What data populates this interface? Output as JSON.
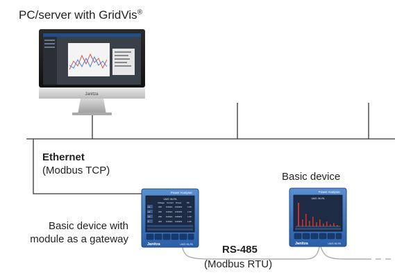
{
  "labels": {
    "pc_title": "PC/server with GridVis",
    "pc_title_mark": "®",
    "ethernet": "Ethernet",
    "ethernet_protocol": "(Modbus TCP)",
    "basic_device": "Basic device",
    "gateway_line1": "Basic device with",
    "gateway_line2": "module as a gateway",
    "rs485": "RS-485",
    "rs485_protocol": "(Modbus RTU)"
  },
  "monitor": {
    "brand": "Janitza"
  },
  "devices": {
    "gateway": {
      "brand": "Janitza",
      "header": "Power Analyser",
      "model": "UMG 96-PA",
      "screen_title": "UMG 96-PA",
      "table_headers": [
        "Voltage",
        "Current",
        "Power",
        "PF"
      ],
      "table_rows": [
        [
          "L1",
          "230",
          "0.00kA",
          "0.00kW",
          "1.00"
        ],
        [
          "L2",
          "230",
          "0.00kA",
          "0.00kW",
          "1.00"
        ],
        [
          "L3",
          "230",
          "0.00kA",
          "0.00kW",
          "1.00"
        ],
        [
          "Σ",
          "400",
          "0.00kA",
          "0.00kW",
          "1.00"
        ]
      ]
    },
    "basic": {
      "brand": "Janitza",
      "header": "Power Analyser",
      "model": "UMG 96-PA",
      "screen_title": "UMG 96-PA"
    }
  },
  "colors": {
    "line": "#333333",
    "cable": "#9a9a9a",
    "device_blue": "#2a5fa8",
    "screen_dark": "#1d2b44",
    "spectrum_red": "#d0302a"
  }
}
